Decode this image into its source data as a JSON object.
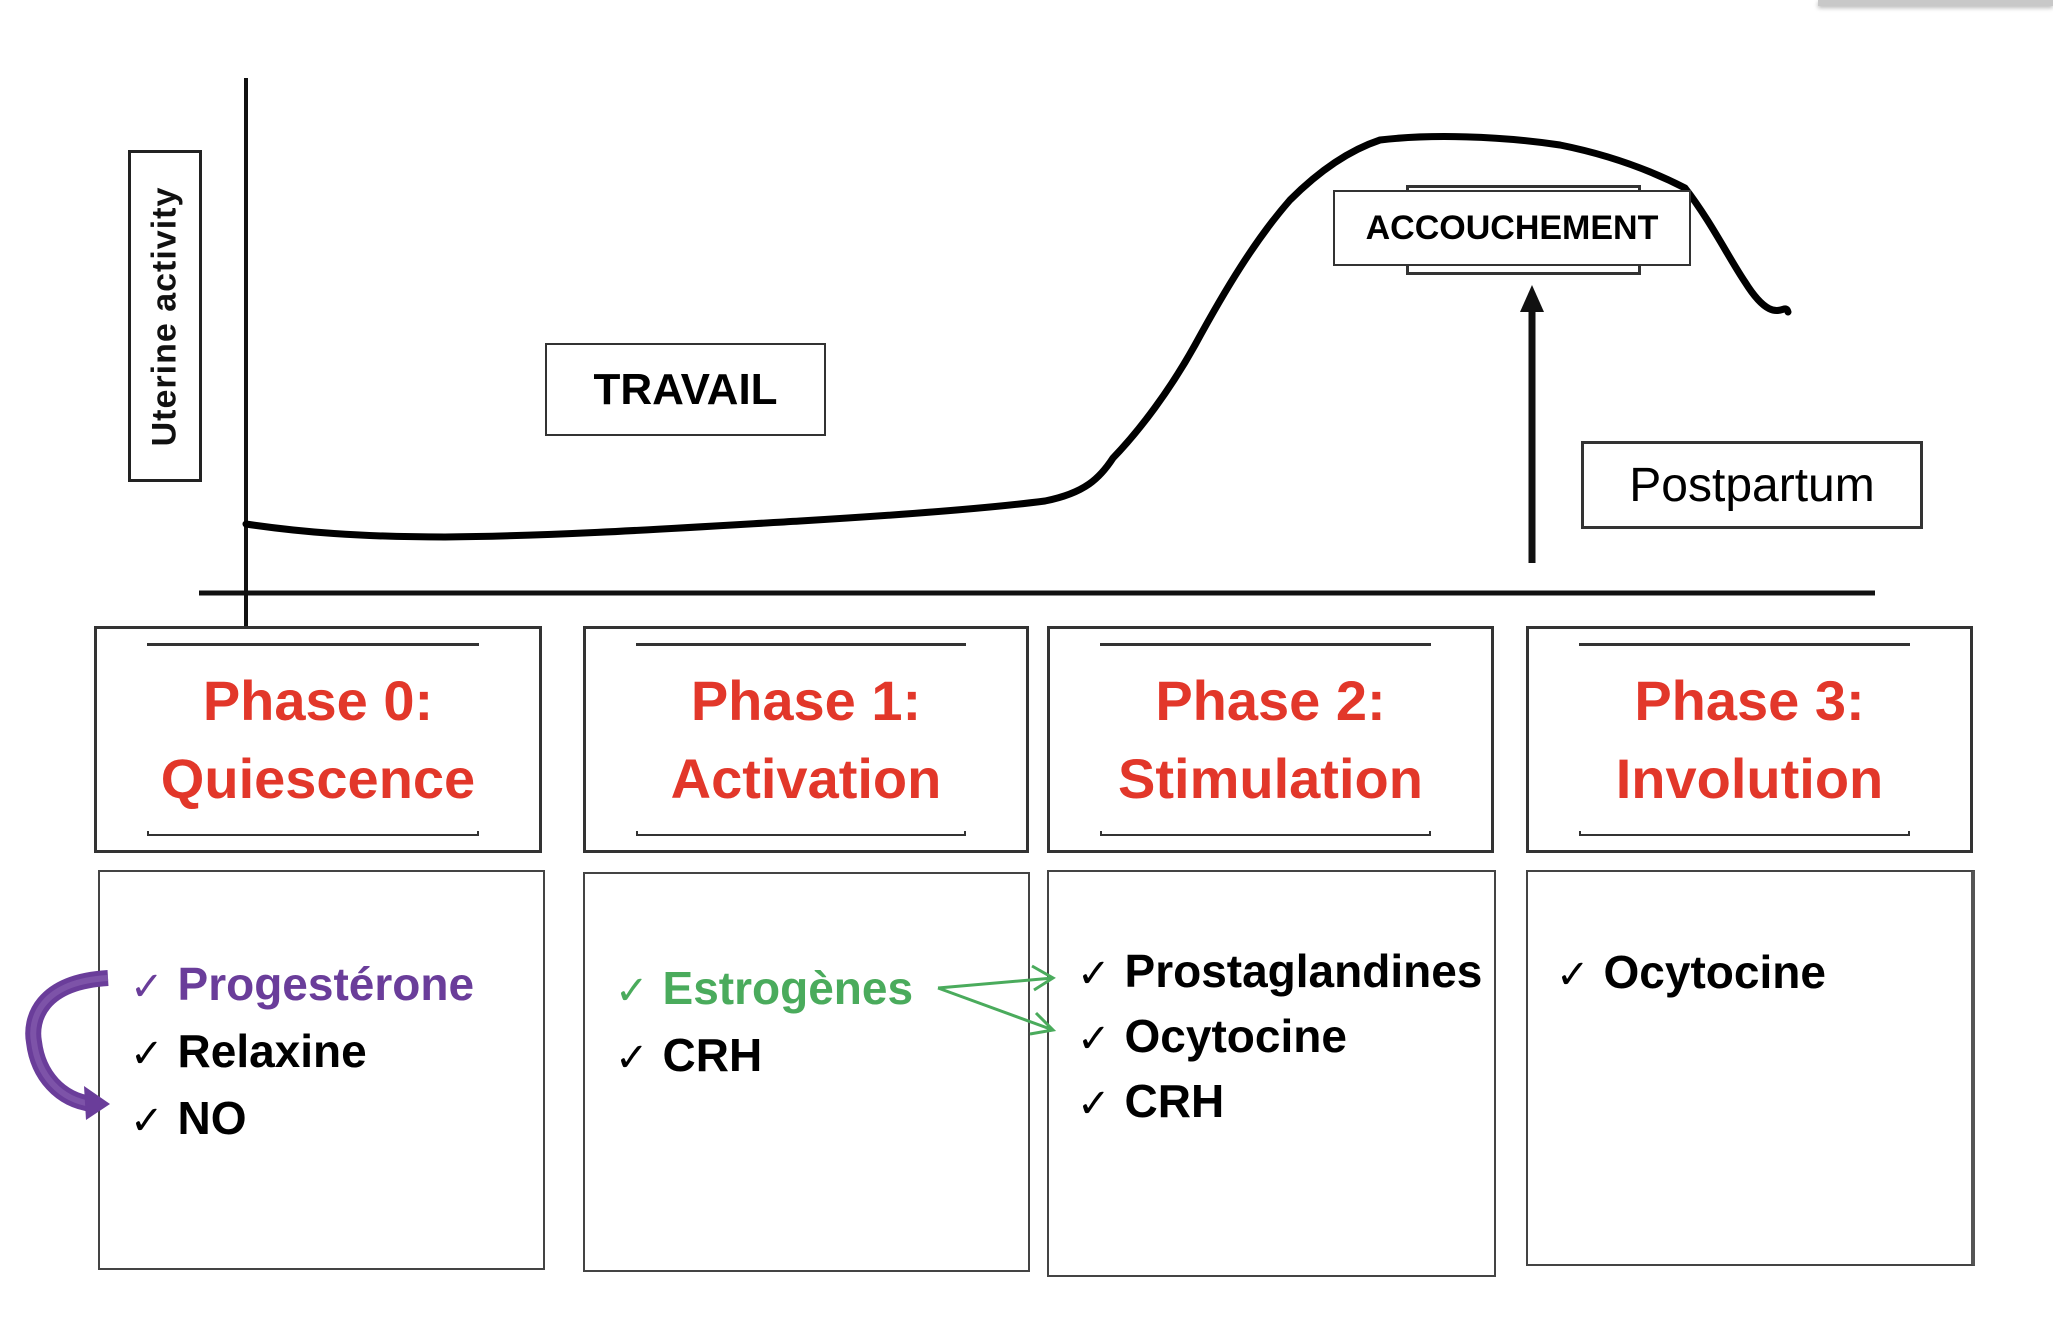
{
  "y_axis_label": "Uterine activity",
  "annotations": {
    "travail": "TRAVAIL",
    "accouchement": "ACCOUCHEMENT",
    "postpartum": "Postpartum"
  },
  "colors": {
    "phase_title": "#e2372a",
    "progesterone": "#6a3d9a",
    "estrogenes": "#4aab5c",
    "text": "#000000"
  },
  "phases": [
    {
      "title_line1": "Phase 0:",
      "title_line2": "Quiescence",
      "items": [
        {
          "icon": "check-icon",
          "label": "Progestérone",
          "color": "#6a3d9a"
        },
        {
          "icon": "check-icon",
          "label": "Relaxine",
          "color": "#000000"
        },
        {
          "icon": "check-icon",
          "label": "NO",
          "color": "#000000"
        }
      ]
    },
    {
      "title_line1": "Phase 1:",
      "title_line2": "Activation",
      "items": [
        {
          "icon": "check-icon",
          "label": "Estrogènes",
          "color": "#4aab5c"
        },
        {
          "icon": "check-icon",
          "label": "CRH",
          "color": "#000000"
        }
      ]
    },
    {
      "title_line1": "Phase 2:",
      "title_line2": "Stimulation",
      "items": [
        {
          "icon": "check-icon",
          "label": "Prostaglandines",
          "color": "#000000"
        },
        {
          "icon": "check-icon",
          "label": "Ocytocine",
          "color": "#000000"
        },
        {
          "icon": "check-icon",
          "label": "CRH",
          "color": "#000000"
        }
      ]
    },
    {
      "title_line1": "Phase 3:",
      "title_line2": "Involution",
      "items": [
        {
          "icon": "check-icon",
          "label": "Ocytocine",
          "color": "#000000"
        }
      ]
    }
  ],
  "check_glyph": "✓",
  "relations": [
    {
      "from": "Progestérone",
      "to": "NO",
      "icon": "curved-arrow-icon",
      "color": "#6a3d9a"
    },
    {
      "from": "Estrogènes",
      "to": "Prostaglandines",
      "icon": "arrow-icon",
      "color": "#4aab5c"
    },
    {
      "from": "Estrogènes",
      "to": "Ocytocine",
      "icon": "arrow-icon",
      "color": "#4aab5c"
    }
  ]
}
